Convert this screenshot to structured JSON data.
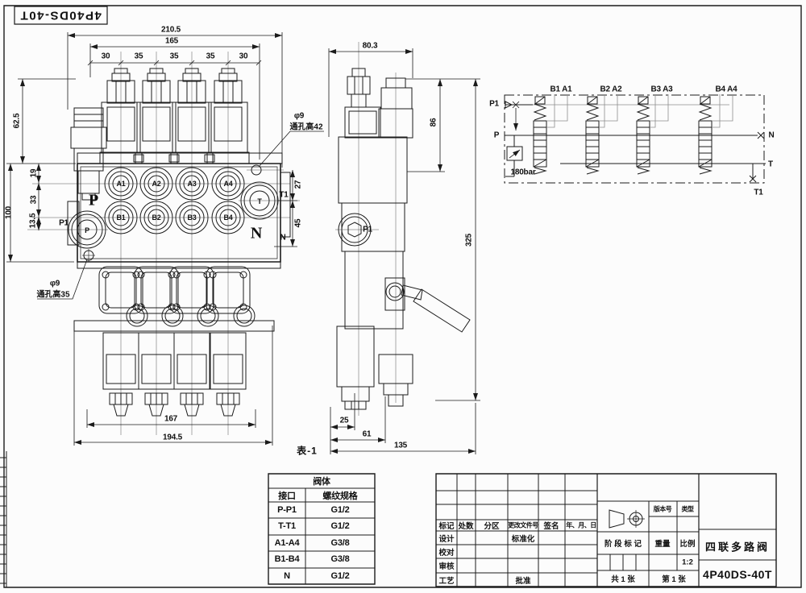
{
  "sheet": {
    "corner_label": "4P40DS-40T"
  },
  "front_view": {
    "dim_total_width": "210.5",
    "dim_span_165": "165",
    "dim_seg30_left": "30",
    "dim_seg35_1": "35",
    "dim_seg35_2": "35",
    "dim_seg35_3": "35",
    "dim_seg30_right": "30",
    "dim_62_5": "62.5",
    "dim_100": "100",
    "dim_19": "19",
    "dim_33": "33",
    "dim_13_5": "13.5",
    "dim_27": "27",
    "dim_45": "45",
    "dim_167": "167",
    "dim_194_5": "194.5",
    "note_hole_top_dia": "φ9",
    "note_hole_top_text": "通孔高42",
    "note_hole_bottom_dia": "φ9",
    "note_hole_bottom_text": "通孔高35",
    "ports_a": [
      "A1",
      "A2",
      "A3",
      "A4"
    ],
    "ports_b": [
      "B1",
      "B2",
      "B3",
      "B4"
    ],
    "label_P_big": "P",
    "label_P1": "P1",
    "label_P_port": "P",
    "label_T_port": "T",
    "label_T1": "T1",
    "label_N_big": "N",
    "label_N_small": "N"
  },
  "side_view": {
    "dim_80_3": "80.3",
    "dim_86": "86",
    "dim_325": "325",
    "dim_25": "25",
    "dim_61": "61",
    "dim_135": "135",
    "label_P1": "P1"
  },
  "schematic": {
    "label_P1": "P1",
    "label_P": "P",
    "label_pressure": "180bar",
    "label_N": "N",
    "label_T": "T",
    "label_T1": "T1",
    "work_port_pairs": [
      "B1 A1",
      "B2 A2",
      "B3 A3",
      "B4 A4"
    ]
  },
  "port_table": {
    "caption": "表-1",
    "title": "阀体",
    "col_port": "接口",
    "col_thread": "螺纹规格",
    "rows": [
      {
        "port": "P-P1",
        "thread": "G1/2"
      },
      {
        "port": "T-T1",
        "thread": "G1/2"
      },
      {
        "port": "A1-A4",
        "thread": "G3/8"
      },
      {
        "port": "B1-B4",
        "thread": "G3/8"
      },
      {
        "port": "N",
        "thread": "G1/2"
      }
    ]
  },
  "title_block": {
    "col_mark": "标记",
    "col_count": "处数",
    "col_zone": "分区",
    "col_doc_no": "更改文件号",
    "col_sign": "签名",
    "col_date": "年、月、日",
    "row_design": "设计",
    "row_standardize": "标准化",
    "row_check": "校对",
    "row_audit": "审核",
    "row_process": "工艺",
    "row_approve": "批准",
    "version_label": "版本号",
    "type_label": "类型",
    "stage_label": "阶 段 标 记",
    "weight_label": "重量",
    "scale_label": "比例",
    "scale_value": "1:2",
    "total_sheets": "共 1 张",
    "sheet_number": "第 1 张",
    "product_name": "四联多路阀",
    "model": "4P40DS-40T"
  }
}
